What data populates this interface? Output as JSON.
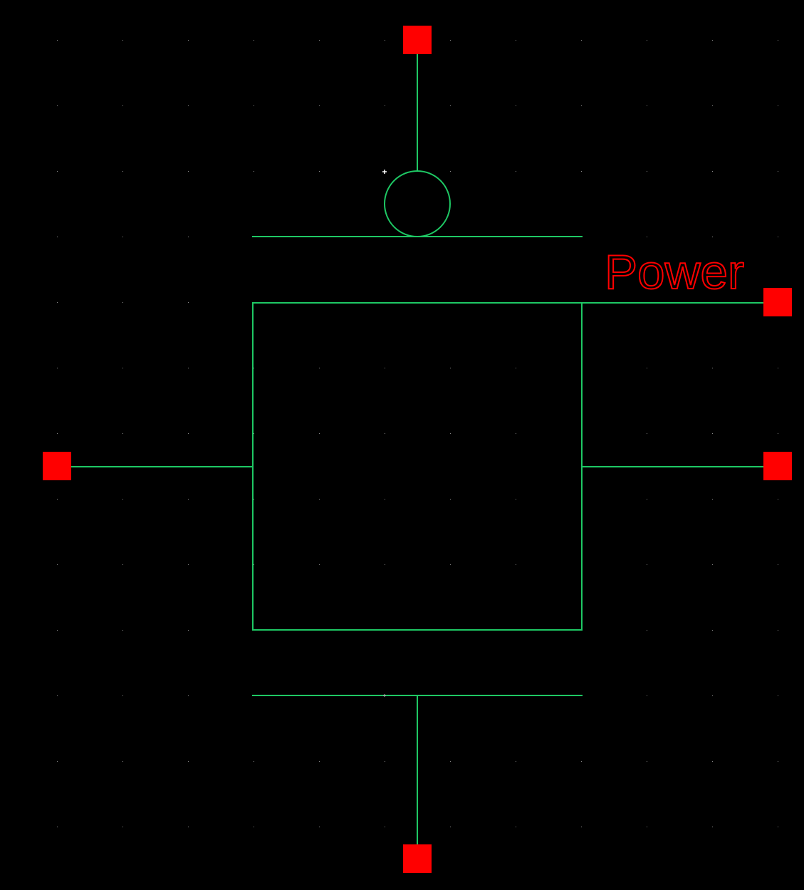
{
  "colors": {
    "background": "#000000",
    "wire": "#1ec864",
    "pin": "#ff0000",
    "label": "#ff0000",
    "grid_dot": "#8c8c8c",
    "cursor": "#ffffff"
  },
  "symbol": {
    "pin_label": "Power",
    "pins": [
      "top",
      "power",
      "left",
      "right",
      "bottom"
    ]
  }
}
